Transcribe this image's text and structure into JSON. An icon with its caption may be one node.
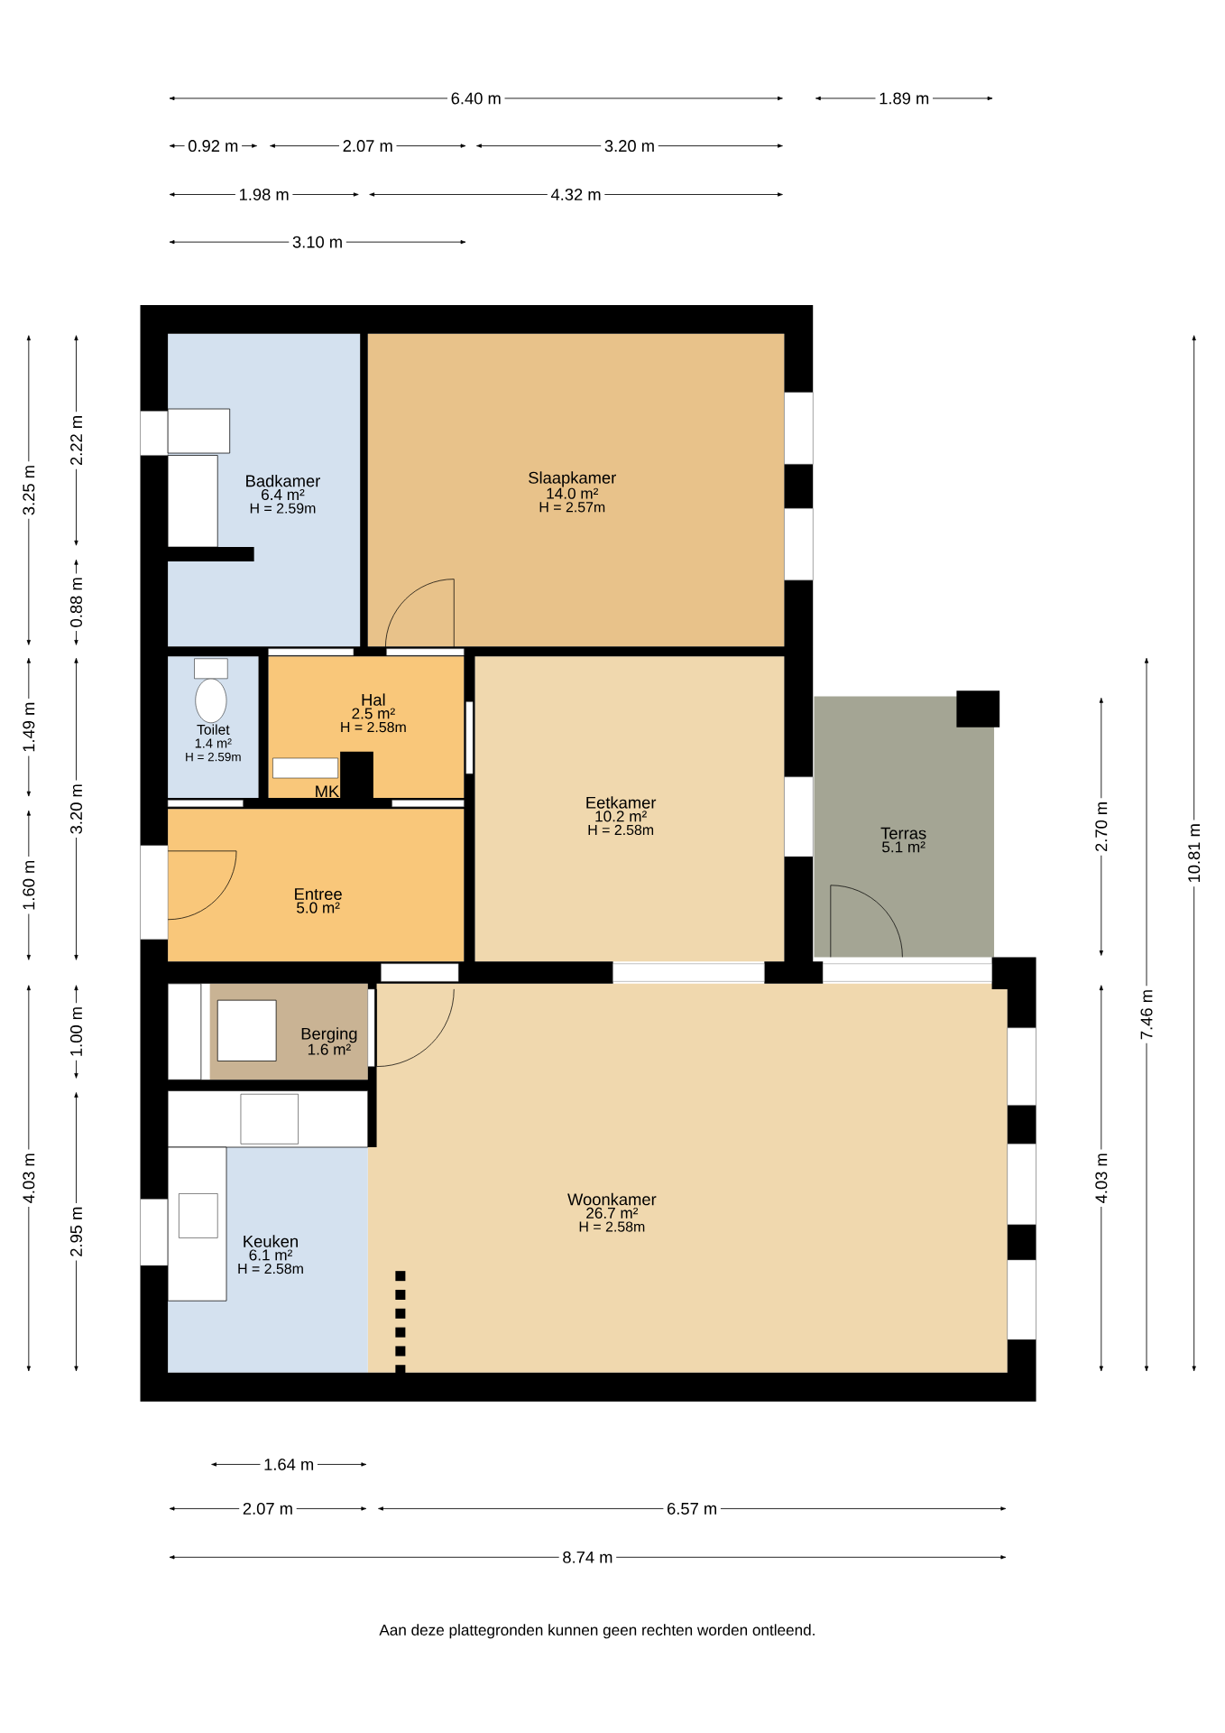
{
  "diagram": {
    "caption": "Aan deze plattegronden kunnen geen rechten worden ontleend.",
    "nodes": [
      {
        "text": [
          "Badkamer",
          "6.4 m²",
          "H = 2.59m"
        ]
      },
      {
        "text": [
          "Slaapkamer",
          "14.0 m²",
          "H = 2.57m"
        ]
      },
      {
        "text": [
          "Toilet",
          "1.4 m²",
          "H = 2.59m"
        ]
      },
      {
        "text": [
          "Hal",
          "2.5 m²",
          "H = 2.58m"
        ]
      },
      {
        "text": [
          "Eetkamer",
          "10.2 m²",
          "H = 2.58m"
        ]
      },
      {
        "text": [
          "Terras",
          "5.1 m²"
        ]
      },
      {
        "text": [
          "Entree",
          "5.0 m²"
        ]
      },
      {
        "text": [
          "Berging",
          "1.6 m²"
        ]
      },
      {
        "text": [
          "Woonkamer",
          "26.7 m²",
          "H = 2.58m"
        ]
      },
      {
        "text": [
          "Keuken",
          "6.1 m²",
          "H = 2.58m"
        ]
      }
    ],
    "edges": [],
    "labels": [
      "6.40 m",
      "1.89 m",
      "0.92 m",
      "2.07 m",
      "3.20 m",
      "1.98 m",
      "4.32 m",
      "3.10 m",
      "3.25 m",
      "1.49 m",
      "1.60 m",
      "4.03 m",
      "2.22 m",
      "0.88 m",
      "3.20 m",
      "1.00 m",
      "2.95 m",
      "MK",
      "2.70 m",
      "4.03 m",
      "7.46 m",
      "10.81 m",
      "1.64 m",
      "2.07 m",
      "6.57 m",
      "8.74 m"
    ]
  }
}
